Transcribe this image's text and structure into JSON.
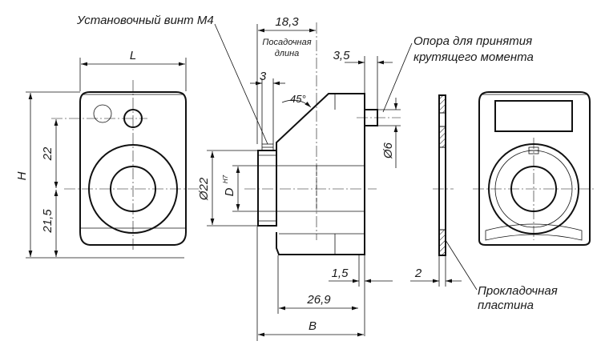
{
  "labels": {
    "set_screw": "Установочный винт M4",
    "dim_18_3": "18,3",
    "fit_length_1": "Посадочная",
    "fit_length_2": "длина",
    "torque_support_1": "Опора для принятия",
    "torque_support_2": "крутящего момента",
    "dim_L": "L",
    "dim_3": "3",
    "dim_3_5": "3,5",
    "dim_45": "45°",
    "dim_22": "22",
    "dim_H": "H",
    "dim_21_5": "21,5",
    "dim_d22": "Ø22",
    "dim_D": "D",
    "dim_H7": "H7",
    "dim_d6": "Ø6",
    "dim_1_5": "1,5",
    "dim_26_9": "26,9",
    "dim_B": "B",
    "dim_2": "2",
    "gasket_1": "Прокладочная",
    "gasket_2": "пластина"
  }
}
